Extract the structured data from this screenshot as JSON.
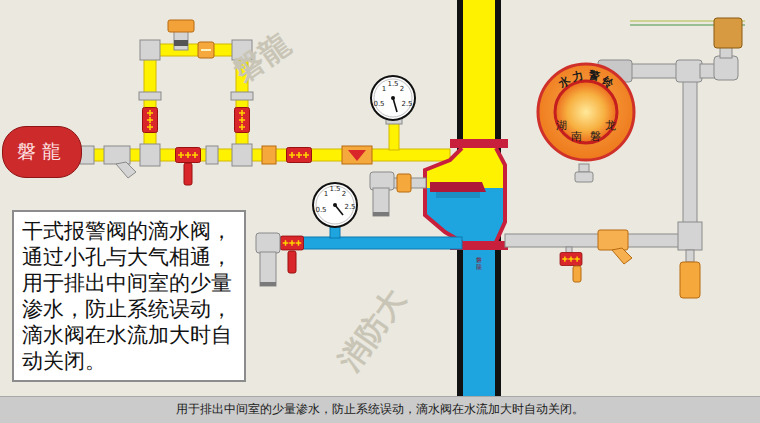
{
  "diagram": {
    "caption": "用于排出中间室的少量渗水，防止系统误动，滴水阀在水流加大时自动关闭。",
    "nodes": [
      {
        "text": [
          "磐龍"
        ]
      },
      {
        "text": [
          "水力警铃",
          "湖南磐龙"
        ]
      },
      {
        "text": [
          "干式报警阀的滴水阀，通过小孔与大气相通，用于排出中间室的少量渗水，防止系统误动，滴水阀在水流加大时自动关闭。"
        ]
      }
    ],
    "labels": [
      "磐龍",
      "0.5",
      "1",
      "1.5",
      "2",
      "2.5",
      "0.5",
      "1",
      "1.5",
      "2",
      "2.5",
      "磐龍",
      "消防大"
    ]
  }
}
